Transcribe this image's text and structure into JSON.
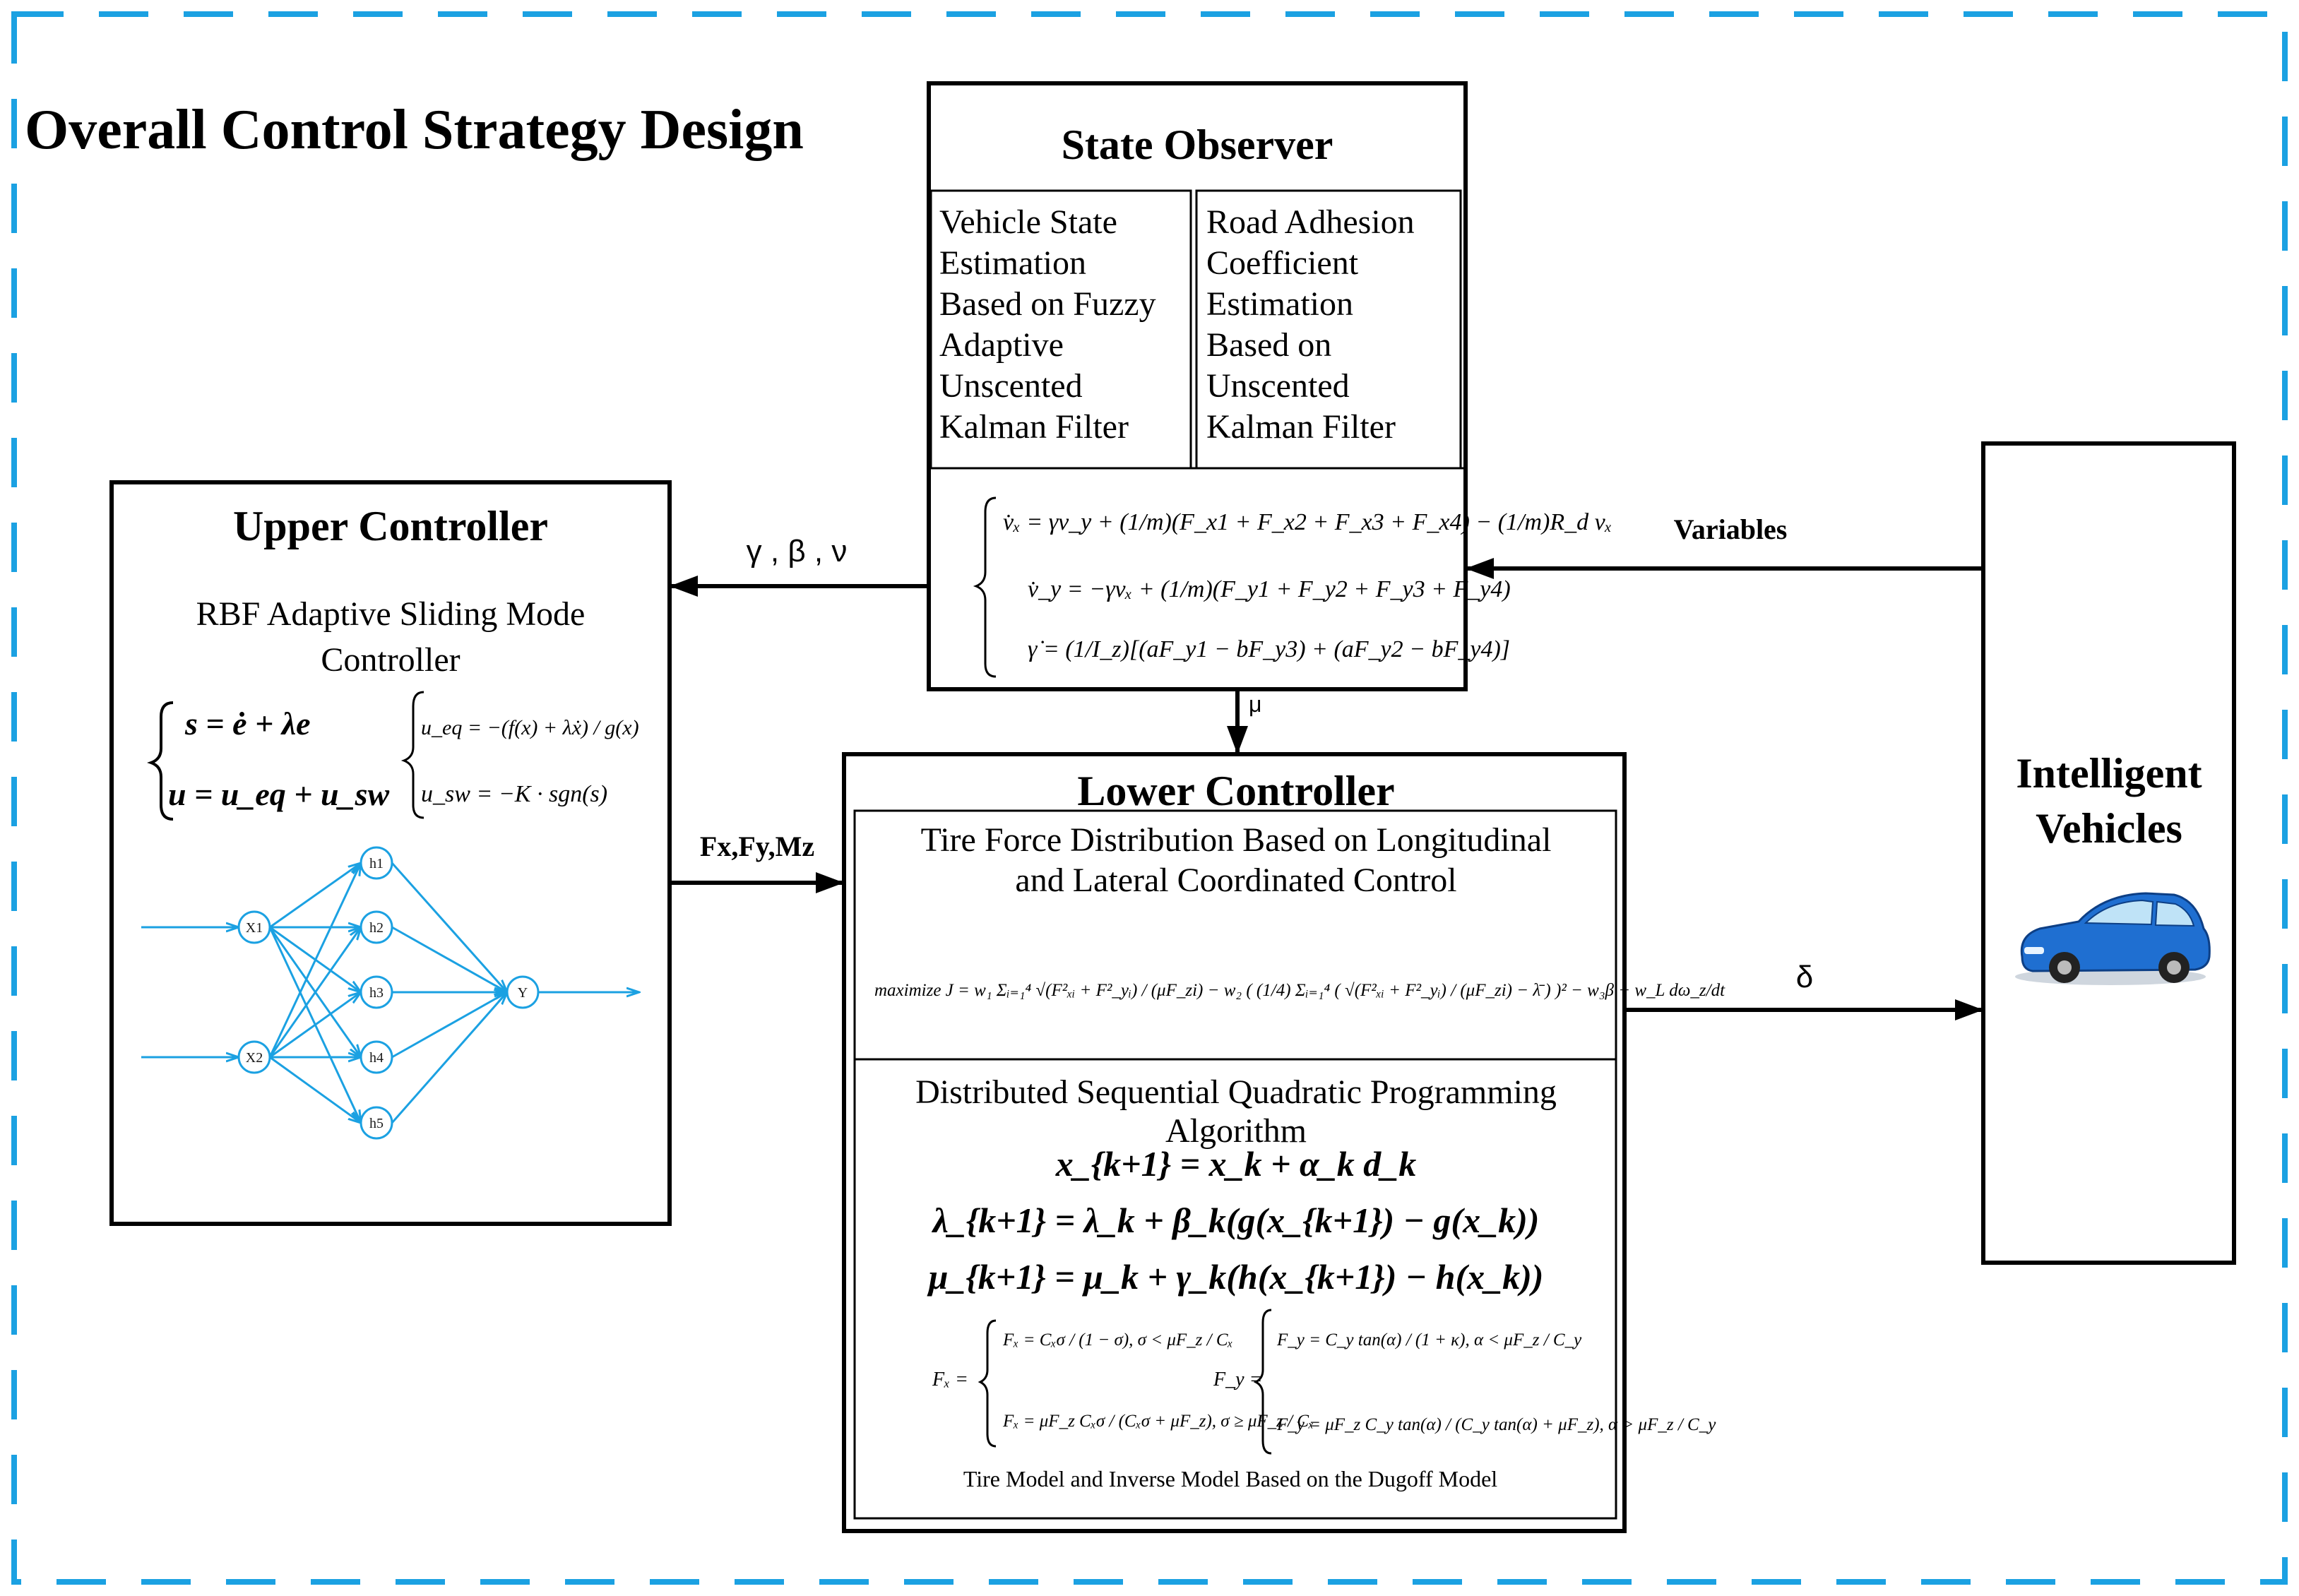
{
  "page_title": "Overall Control Strategy Design",
  "colors": {
    "frame_dash": "#1ba1e2",
    "network": "#1ba1e2",
    "car_body": "#1f6fd1",
    "stroke": "#000000"
  },
  "state_observer": {
    "title": "State Observer",
    "left_panel": [
      "Vehicle State",
      "Estimation",
      "Based on Fuzzy",
      "Adaptive",
      "Unscented",
      "Kalman Filter"
    ],
    "right_panel": [
      "Road Adhesion",
      "Coefficient",
      "Estimation",
      "Based on",
      "Unscented",
      "Kalman Filter"
    ],
    "equations": [
      "v̇ₓ = γv_y + (1/m)(F_x1 + F_x2 + F_x3 + F_x4) − (1/m)R_d vₓ",
      "v̇_y = −γvₓ + (1/m)(F_y1 + F_y2 + F_y3 + F_y4)",
      "γ̇ = (1/I_z)[(aF_y1 − bF_y3) + (aF_y2 − bF_y4)]"
    ]
  },
  "upper_controller": {
    "title": "Upper Controller",
    "subtitle_line1": "RBF Adaptive Sliding Mode",
    "subtitle_line2": "Controller",
    "eq_left": [
      "s = ė + λe",
      "u = u_eq + u_sw"
    ],
    "eq_right": [
      "u_eq = −(f(x) + λẋ) / g(x)",
      "u_sw = −K · sgn(s)"
    ],
    "network": {
      "inputs": [
        "X1",
        "X2"
      ],
      "hidden": [
        "h1",
        "h2",
        "h3",
        "h4",
        "h5"
      ],
      "output": "Y"
    }
  },
  "lower_controller": {
    "title": "Lower Controller",
    "section1_line1": "Tire Force Distribution Based on Longitudinal",
    "section1_line2": "and Lateral Coordinated Control",
    "objective": "maximize  J = w₁ Σᵢ₌₁⁴ √(F²ₓᵢ + F²_yᵢ) / (μF_zi) − w₂ ( (1/4) Σᵢ₌₁⁴ ( √(F²ₓᵢ + F²_yᵢ) / (μF_zi) − λ̄ ) )² − w₃β − w_L dω_z/dt",
    "section2_line1": "Distributed Sequential Quadratic Programming",
    "section2_line2": "Algorithm",
    "sqp_equations": [
      "x_{k+1} = x_k + α_k d_k",
      "λ_{k+1} = λ_k + β_k(g(x_{k+1}) − g(x_k))",
      "μ_{k+1} = μ_k + γ_k(h(x_{k+1}) − h(x_k))"
    ],
    "fx_model": [
      "Fₓ = Cₓσ / (1 − σ),  σ < μF_z / Cₓ",
      "Fₓ = μF_z Cₓσ / (Cₓσ + μF_z),  σ ≥ μF_z / Cₓ"
    ],
    "fy_model": [
      "F_y = C_y tan(α) / (1 + κ),  α < μF_z / C_y",
      "F_y = μF_z C_y tan(α) / (C_y tan(α) + μF_z),  α > μF_z / C_y"
    ],
    "caption": "Tire Model and Inverse Model Based on the Dugoff Model"
  },
  "intelligent_vehicles": {
    "line1": "Intelligent",
    "line2": "Vehicles",
    "icon": "car-icon"
  },
  "signals": {
    "observer_to_upper": "γ , β , ν",
    "vehicle_to_observer": "Variables",
    "observer_to_lower": "μ",
    "upper_to_lower": "Fx,Fy,Mz",
    "lower_to_vehicle": "δ"
  }
}
